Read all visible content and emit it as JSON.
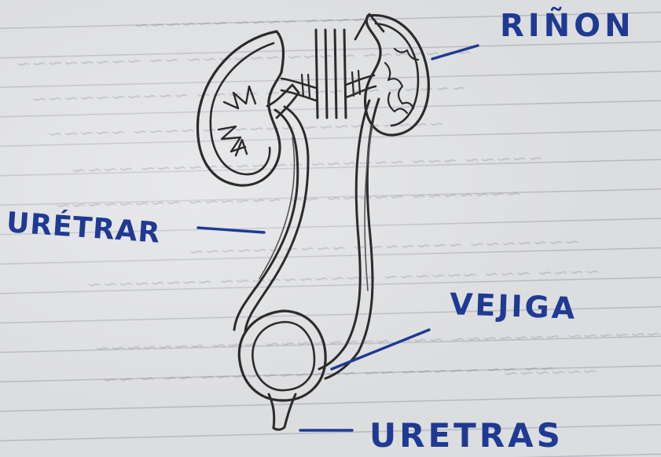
{
  "labels": {
    "kidney": "RIÑON",
    "ureter": "URÉTRAR",
    "bladder": "VEJIGA",
    "urethra": "URETRAS"
  },
  "colors": {
    "paper": "#dcdddf",
    "pencil": "#2b2b2b",
    "ink": "#1f3a93"
  }
}
